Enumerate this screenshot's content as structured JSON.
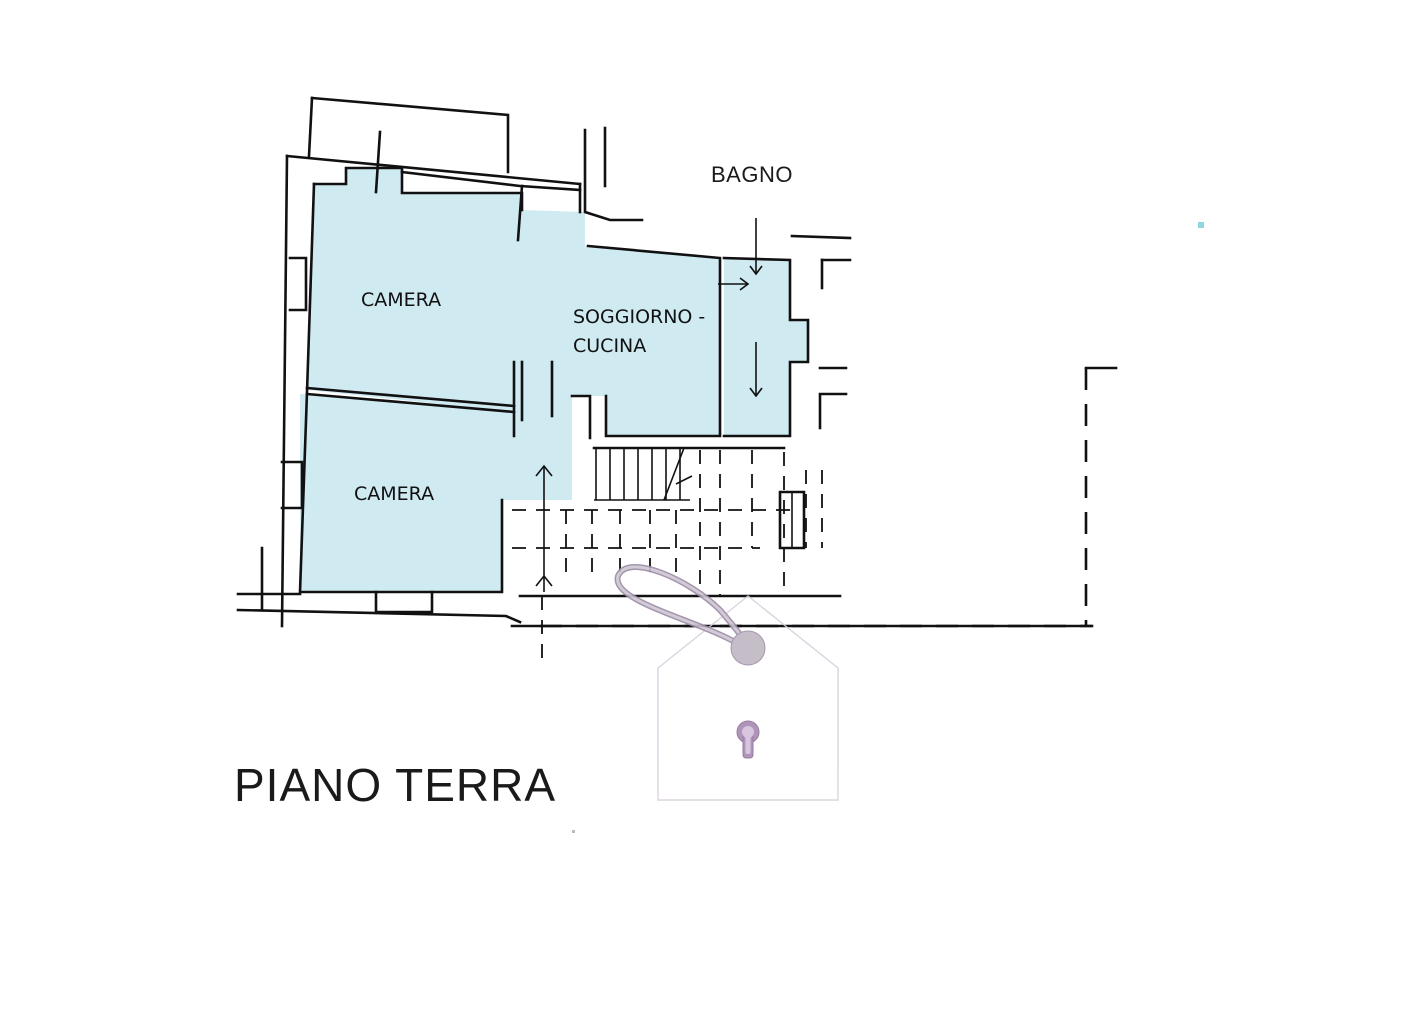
{
  "plan": {
    "floor_title": "PIANO TERRA",
    "rooms": {
      "camera_top": "CAMERA",
      "camera_bottom": "CAMERA",
      "soggiorno_line1": "SOGGIORNO -",
      "soggiorno_line2": "CUCINA",
      "bagno": "BAGNO"
    },
    "colors": {
      "room_fill": "#cfeaf1",
      "line": "#111111",
      "watermark": "#b8a9bf",
      "accent_dot": "#8fd6e0"
    },
    "watermark_icon": "key-house-icon"
  }
}
